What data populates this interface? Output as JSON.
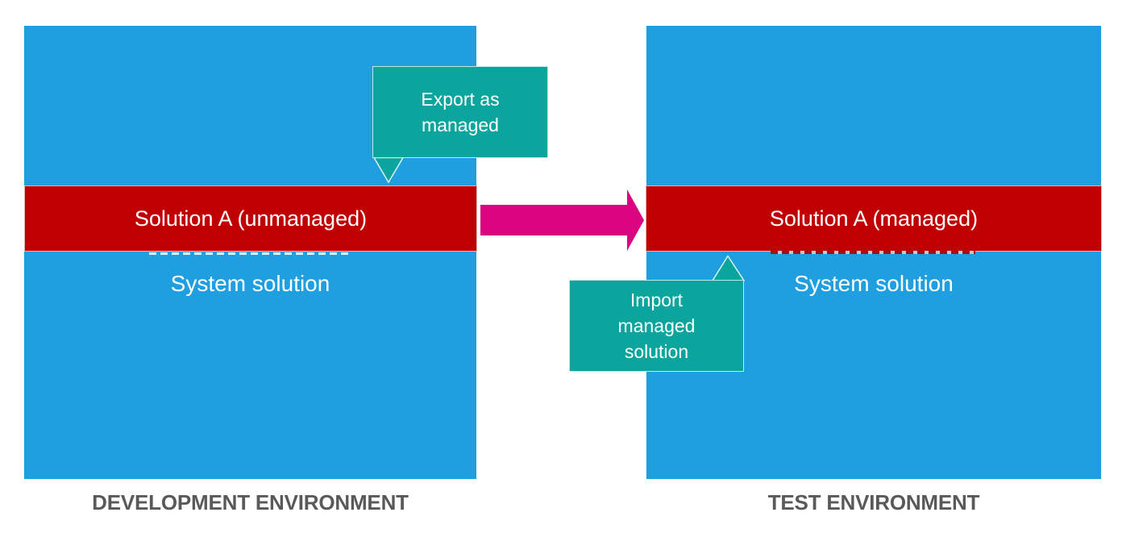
{
  "colors": {
    "environment_blue": "#1F9EE0",
    "solution_red": "#C00000",
    "callout_teal": "#0BA59D",
    "arrow_magenta": "#DB0480",
    "caption_gray": "#595959",
    "text_white": "#FFFFFF"
  },
  "environments": {
    "development": {
      "solution_bar_label": "Solution A (unmanaged)",
      "system_solution_label": "System solution",
      "caption": "DEVELOPMENT ENVIRONMENT"
    },
    "test": {
      "solution_bar_label": "Solution A (managed)",
      "system_solution_label": "System solution",
      "caption": "TEST ENVIRONMENT"
    }
  },
  "callouts": {
    "export": {
      "text": "Export as\nmanaged"
    },
    "import": {
      "text": "Import\nmanaged\nsolution"
    }
  },
  "icons": {
    "transfer_arrow": "right-block-arrow"
  }
}
